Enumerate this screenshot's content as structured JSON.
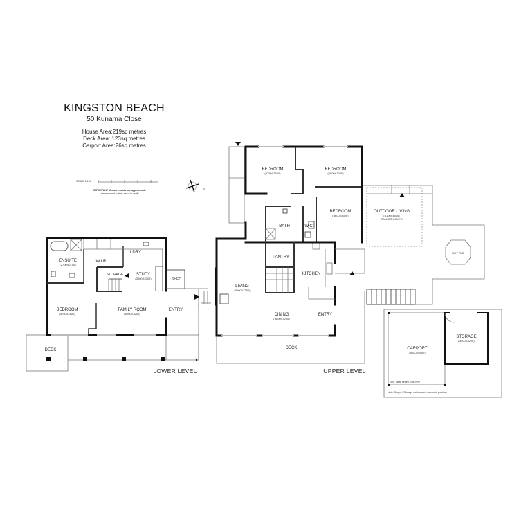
{
  "title": {
    "suburb": "KINGSTON BEACH",
    "address": "50 Kunama Close",
    "areas": [
      "House Area:219sq metres",
      "Deck Area: 123sq metres",
      "Carport Area:26sq metres"
    ],
    "scale": "SCALE 1:100",
    "disclaimer_line1": "IMPORTANT Measurements are approximate",
    "disclaimer_line2": "dimensioned parties need to verify"
  },
  "compass": {
    "icon": "north-arrow-icon",
    "label": "N"
  },
  "lower_level": {
    "label": "LOWER LEVEL",
    "rooms": [
      {
        "name": "ENSUITE",
        "dims": "(2700X2100)"
      },
      {
        "name": "W.I.R",
        "dims": ""
      },
      {
        "name": "LDRY",
        "dims": ""
      },
      {
        "name": "STORAGE",
        "dims": ""
      },
      {
        "name": "STUDY",
        "dims": "(3000X2200)"
      },
      {
        "name": "BEDROOM",
        "dims": "(3750X4100)"
      },
      {
        "name": "FAMILY ROOM",
        "dims": "(5200X3200)"
      },
      {
        "name": "SHED",
        "dims": ""
      },
      {
        "name": "ENTRY",
        "dims": ""
      },
      {
        "name": "DECK",
        "dims": ""
      }
    ]
  },
  "upper_level": {
    "label": "UPPER LEVEL",
    "rooms": [
      {
        "name": "BEDROOM",
        "dims": "(3750X3600)"
      },
      {
        "name": "BEDROOM",
        "dims": "(4600X3000)"
      },
      {
        "name": "BEDROOM",
        "dims": "(3600X4300)"
      },
      {
        "name": "BATH",
        "dims": ""
      },
      {
        "name": "W.C",
        "dims": ""
      },
      {
        "name": "PANTRY",
        "dims": ""
      },
      {
        "name": "KITCHEN",
        "dims": ""
      },
      {
        "name": "LIVING",
        "dims": "(3600X7350)"
      },
      {
        "name": "DINING",
        "dims": "(3800X3200)"
      },
      {
        "name": "ENTRY",
        "dims": ""
      },
      {
        "name": "DECK",
        "dims": ""
      },
      {
        "name": "OUTDOOR LIVING",
        "dims": "(4100X4600)",
        "note": "CANVAS COVER"
      },
      {
        "name": "HOT TUB",
        "dims": ""
      }
    ]
  },
  "carport_block": {
    "rooms": [
      {
        "name": "CARPORT",
        "dims": "(4200X5500)"
      },
      {
        "name": "STORAGE",
        "dims": "(3400X3200)"
      }
    ],
    "clearance": "(Min. clear height 2350mm)",
    "note": "Note: Carport /Storage not shown in accurate position"
  }
}
